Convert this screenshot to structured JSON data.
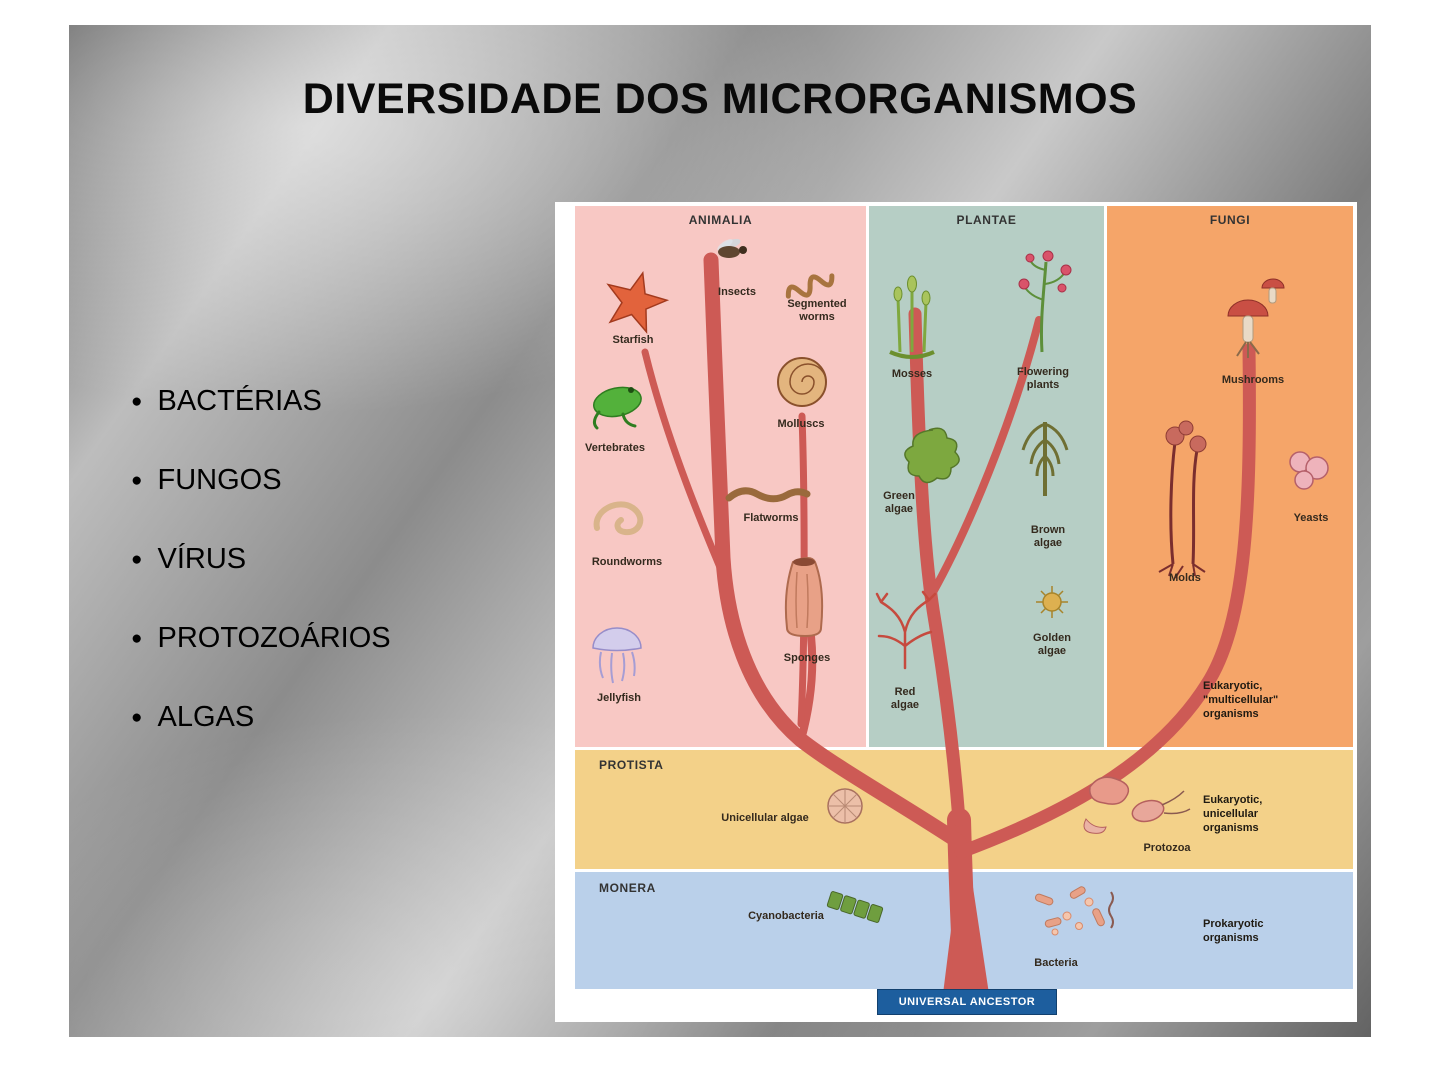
{
  "slide": {
    "title": "DIVERSIDADE DOS MICRORGANISMOS",
    "bullet_char": "●",
    "bullets": [
      "BACTÉRIAS",
      "FUNGOS",
      "VÍRUS",
      "PROTOZOÁRIOS",
      "ALGAS"
    ]
  },
  "figure": {
    "kingdoms": {
      "animalia": {
        "title": "ANIMALIA",
        "color": "#f8c8c4",
        "organisms": [
          "Starfish",
          "Insects",
          "Segmented worms",
          "Vertebrates",
          "Molluscs",
          "Roundworms",
          "Flatworms",
          "Jellyfish",
          "Sponges"
        ]
      },
      "plantae": {
        "title": "PLANTAE",
        "color": "#b6cec5",
        "organisms": [
          "Mosses",
          "Flowering plants",
          "Green algae",
          "Brown algae",
          "Red algae",
          "Golden algae"
        ]
      },
      "fungi": {
        "title": "FUNGI",
        "color": "#f5a569",
        "organisms": [
          "Mushrooms",
          "Yeasts",
          "Molds"
        ],
        "note": "Eukaryotic,\n\"multicellular\"\norganisms"
      },
      "protista": {
        "title": "PROTISTA",
        "color": "#f3d189",
        "organisms": [
          "Unicellular algae",
          "Protozoa"
        ],
        "note": "Eukaryotic,\nunicellular\norganisms"
      },
      "monera": {
        "title": "MONERA",
        "color": "#bad0ea",
        "organisms": [
          "Cyanobacteria",
          "Bacteria"
        ],
        "note": "Prokaryotic\norganisms"
      }
    },
    "root_label": "UNIVERSAL ANCESTOR",
    "tree_color": "#cd5a55",
    "root_box_color": "#1d5e9e"
  }
}
